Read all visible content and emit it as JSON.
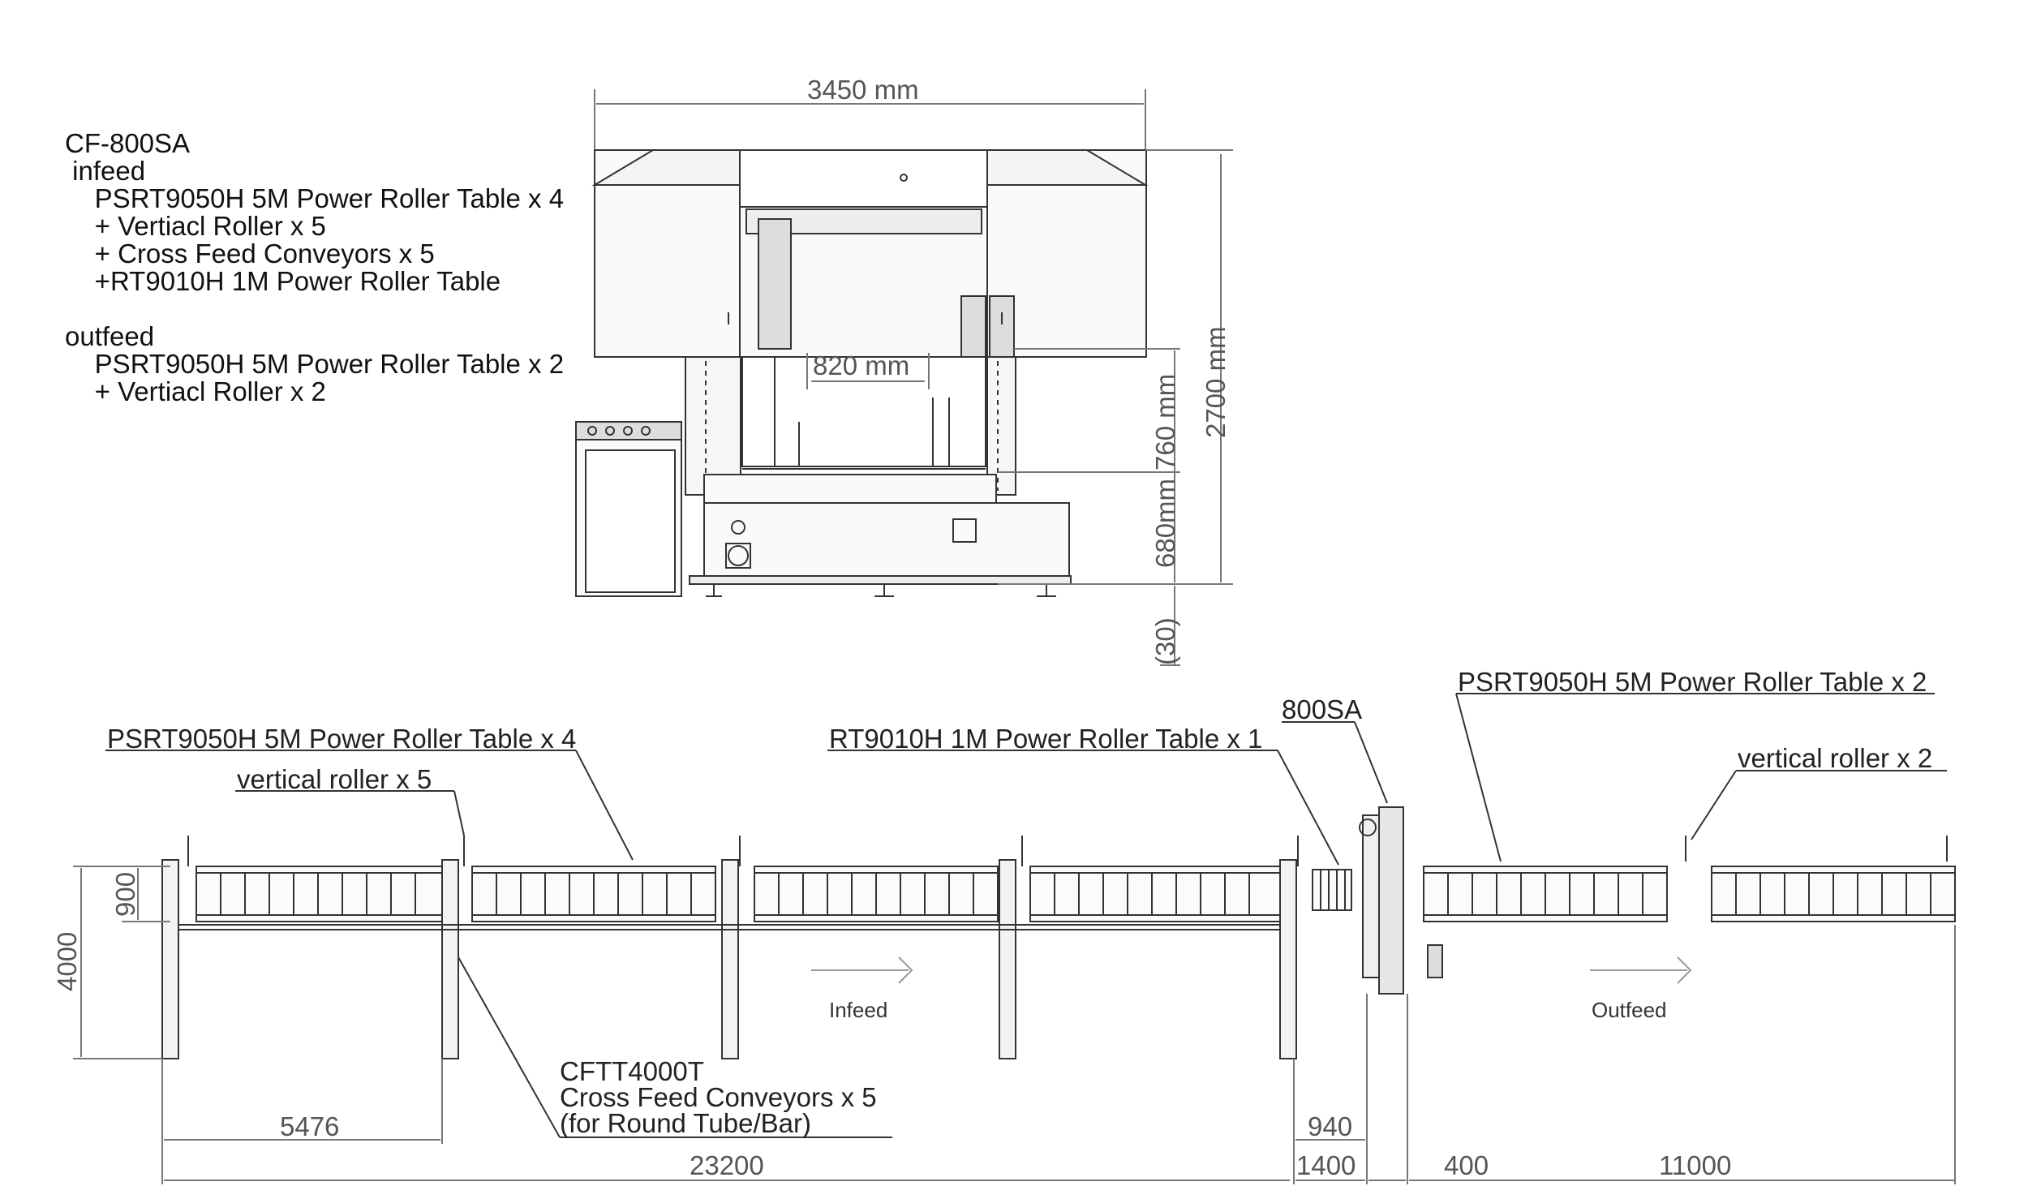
{
  "spec": {
    "model": "CF-800SA",
    "infeed_title": " infeed",
    "infeed_items": [
      "    PSRT9050H 5M Power Roller Table x 4",
      "    + Vertiacl Roller x 5",
      "    + Cross Feed Conveyors x 5",
      "    +RT9010H 1M Power Roller Table"
    ],
    "outfeed_title": "outfeed",
    "outfeed_items": [
      "    PSRT9050H 5M Power Roller Table x 2",
      "    + Vertiacl Roller x 2"
    ]
  },
  "front_view": {
    "width_dim": "3450 mm",
    "inner_width_dim": "820 mm",
    "height_dim": "2700 mm",
    "dim_760": "760 mm",
    "dim_680": "680mm",
    "dim_30": "(30)"
  },
  "layout_view": {
    "labels": {
      "psrt_infeed": "PSRT9050H 5M Power Roller Table x 4",
      "vertical_infeed": "vertical roller x 5",
      "rt9010": "RT9010H 1M Power Roller Table x 1",
      "saw": "800SA",
      "psrt_outfeed": "PSRT9050H 5M Power Roller Table x 2",
      "vertical_outfeed": "vertical roller x 2",
      "cftt_model": "CFTT4000T",
      "cftt_desc": "Cross Feed Conveyors x 5",
      "cftt_note": "(for Round Tube/Bar)",
      "infeed_flow": "Infeed",
      "outfeed_flow": "Outfeed"
    },
    "dims": {
      "d900": "900",
      "d4000": "4000",
      "d5476": "5476",
      "d23200": "23200",
      "d940": "940",
      "d1400": "1400",
      "d400": "400",
      "d11000": "11000"
    }
  }
}
